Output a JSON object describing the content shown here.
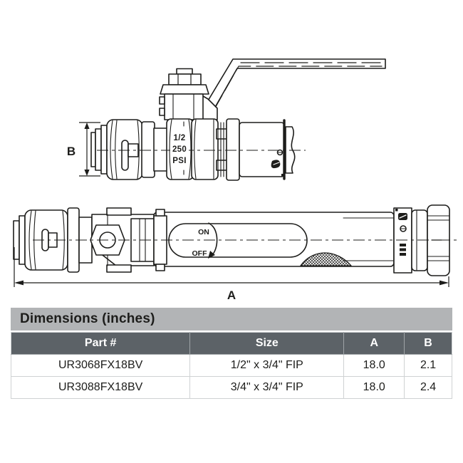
{
  "diagram": {
    "side_view": {
      "dim_label": "B",
      "valve_marking_line1": "1/2",
      "valve_marking_line2": "250",
      "valve_marking_line3": "PSI"
    },
    "plan_view": {
      "dim_label": "A",
      "on_label": "ON",
      "off_label": "OFF"
    }
  },
  "table": {
    "title": "Dimensions (inches)",
    "headers": {
      "part": "Part #",
      "size": "Size",
      "a": "A",
      "b": "B"
    },
    "rows": [
      {
        "part": "UR3068FX18BV",
        "size": "1/2\" x 3/4\" FIP",
        "a": "18.0",
        "b": "2.1"
      },
      {
        "part": "UR3088FX18BV",
        "size": "3/4\" x 3/4\" FIP",
        "a": "18.0",
        "b": "2.4"
      }
    ]
  },
  "colors": {
    "line": "#1d1d1b",
    "title_bar_bg": "#b2b4b6",
    "header_bg": "#5c6267",
    "header_text": "#ffffff",
    "row_border": "#cfd2d3",
    "background": "#ffffff"
  }
}
